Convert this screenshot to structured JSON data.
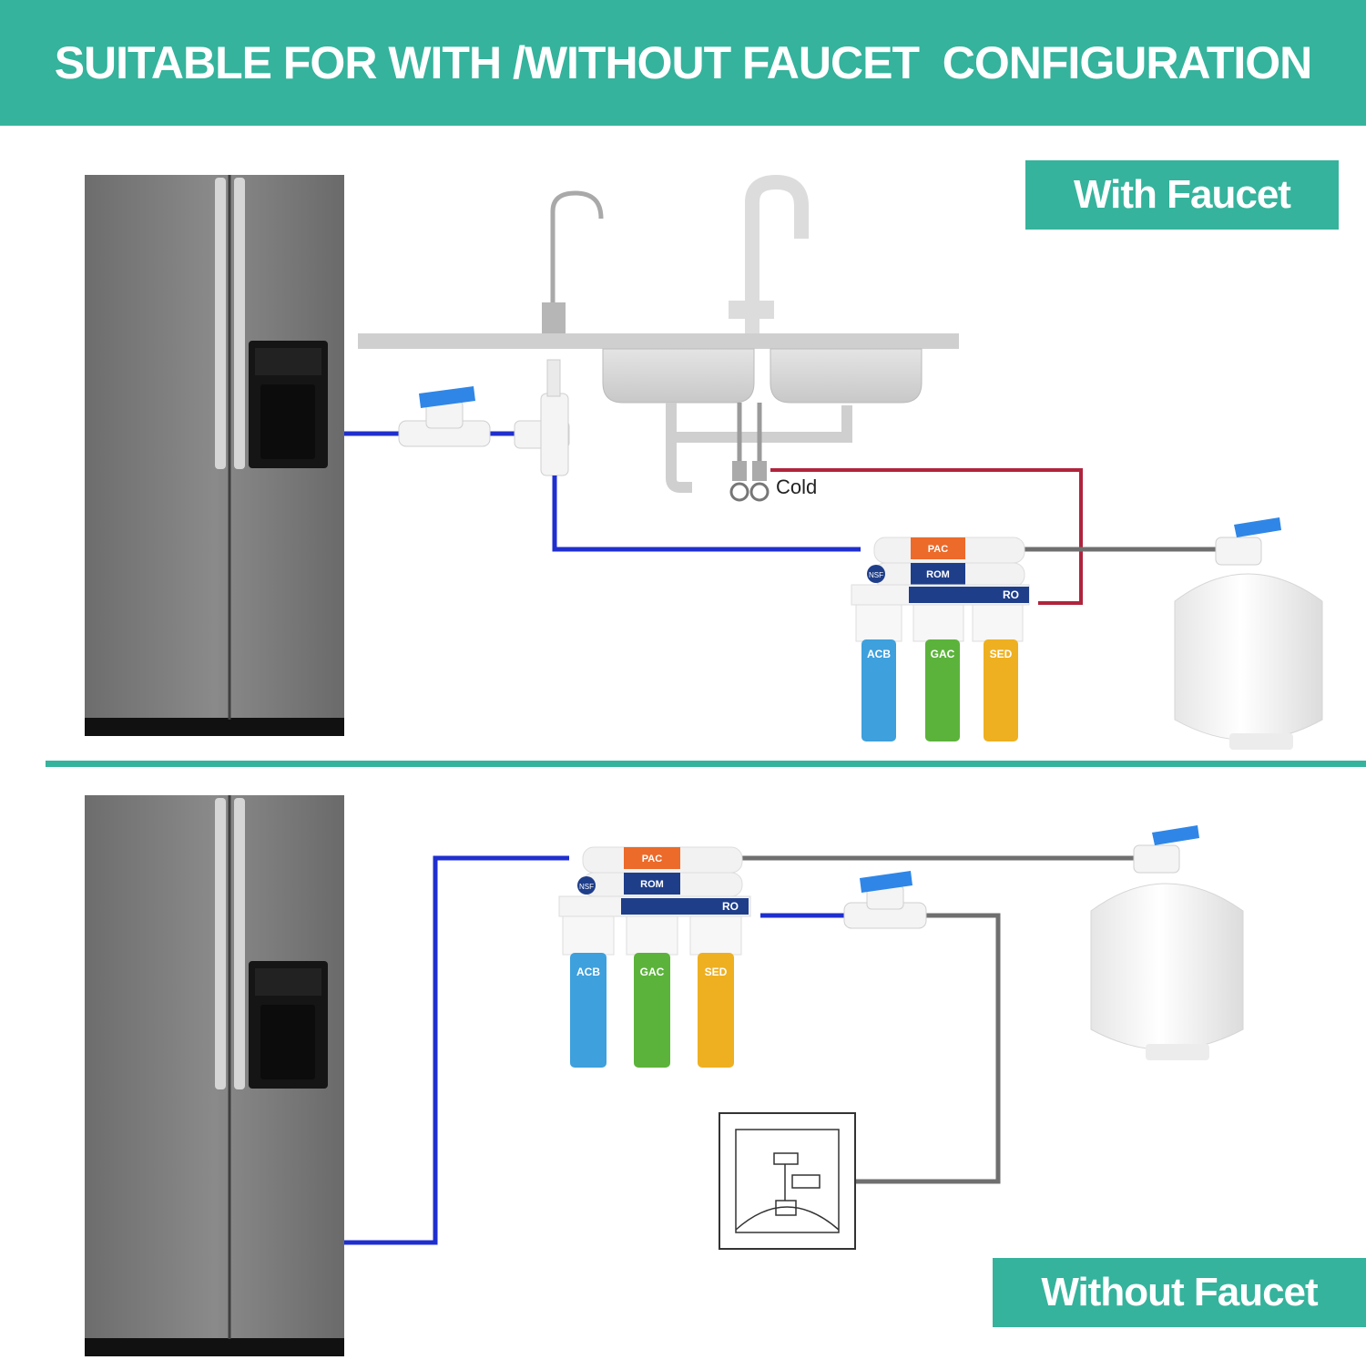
{
  "header": {
    "title": "SUITABLE FOR WITH /WITHOUT FAUCET  CONFIGURATION"
  },
  "sections": {
    "with_faucet": {
      "label": "With Faucet"
    },
    "without_faucet": {
      "label": "Without Faucet"
    }
  },
  "annotations": {
    "cold": "Cold"
  },
  "ro_system": {
    "top_filters": [
      "PAC",
      "ROM"
    ],
    "housing_label": "RO",
    "badge": "NSF",
    "stages": [
      "ACB",
      "GAC",
      "SED"
    ]
  },
  "colors": {
    "accent": "#35b39c",
    "water_line": "#1f2fcf",
    "hot_line": "#b0243c",
    "grey_line": "#6f6f6f",
    "valve_handle": "#2f86e6"
  },
  "icons": [
    "refrigerator-icon",
    "sink-icon",
    "faucet-icon",
    "ball-valve-icon",
    "tee-connector-icon",
    "ro-filter-system-icon",
    "storage-tank-icon",
    "wall-valve-icon"
  ]
}
